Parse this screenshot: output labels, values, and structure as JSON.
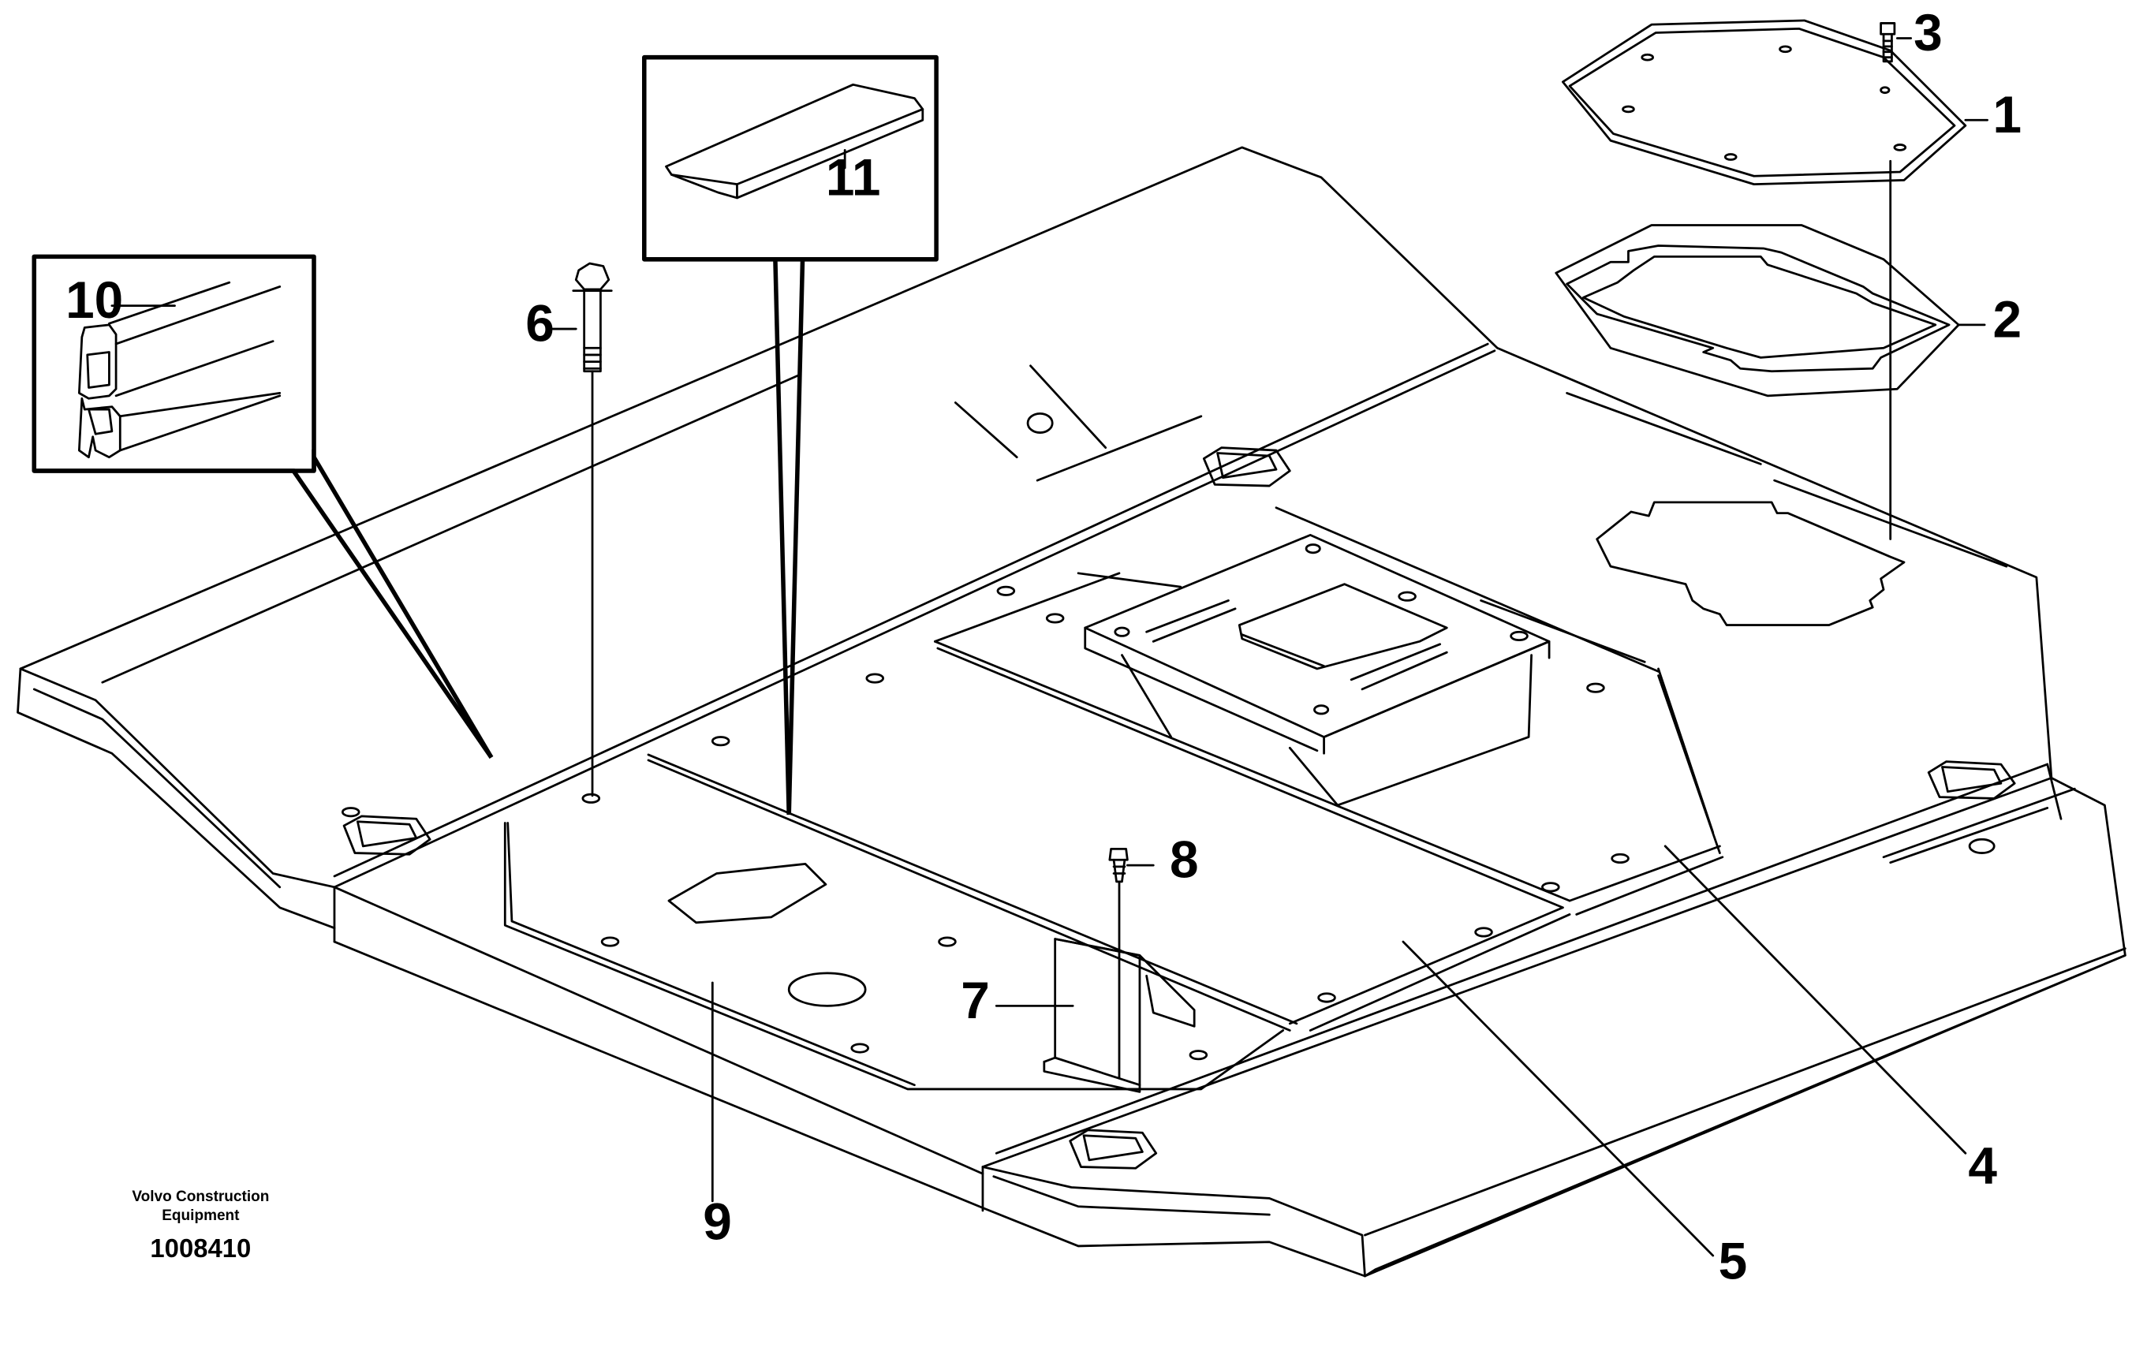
{
  "callouts": {
    "c1": "1",
    "c2": "2",
    "c3": "3",
    "c4": "4",
    "c5": "5",
    "c6": "6",
    "c7": "7",
    "c8": "8",
    "c9": "9",
    "c10": "10",
    "c11": "11"
  },
  "caption": {
    "line1": "Volvo Construction",
    "line2": "Equipment",
    "number": "1008410"
  },
  "colors": {
    "ink": "#000000",
    "paper": "#ffffff"
  }
}
